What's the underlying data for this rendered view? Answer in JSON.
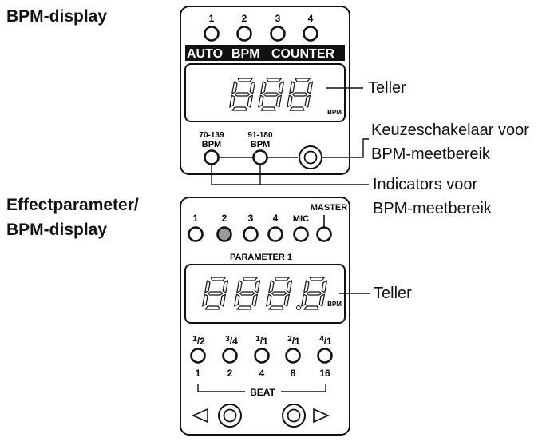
{
  "headings": {
    "bpm_display": "BPM-display",
    "effect_line1": "Effectparameter/",
    "effect_line2": "BPM-display"
  },
  "top_panel": {
    "indicator_numbers": [
      "1",
      "2",
      "3",
      "4"
    ],
    "banner": [
      "AUTO",
      "BPM",
      "COUNTER"
    ],
    "unit": "BPM",
    "range_buttons": [
      {
        "top": "70-139",
        "bottom": "BPM"
      },
      {
        "top": "91-180",
        "bottom": "BPM"
      }
    ]
  },
  "bottom_panel": {
    "indicator_labels": [
      "1",
      "2",
      "3",
      "4",
      "MIC",
      "MASTER"
    ],
    "active_indicator": "2",
    "parameter_label": "PARAMETER 1",
    "unit": "BPM",
    "beat_fractions": [
      {
        "num": "1",
        "den": "2"
      },
      {
        "num": "3",
        "den": "4"
      },
      {
        "num": "1",
        "den": "1"
      },
      {
        "num": "2",
        "den": "1"
      },
      {
        "num": "4",
        "den": "1"
      }
    ],
    "beat_values": [
      "1",
      "2",
      "4",
      "8",
      "16"
    ],
    "beat_label": "BEAT"
  },
  "callouts": {
    "teller_top": "Teller",
    "selector_line1": "Keuzeschakelaar voor",
    "selector_line2": "BPM-meetbereik",
    "indicators_line1": "Indicators voor",
    "indicators_line2": "BPM-meetbereik",
    "teller_bottom": "Teller"
  },
  "colors": {
    "line": "#111111",
    "active_indicator": "#9a9a9a"
  }
}
